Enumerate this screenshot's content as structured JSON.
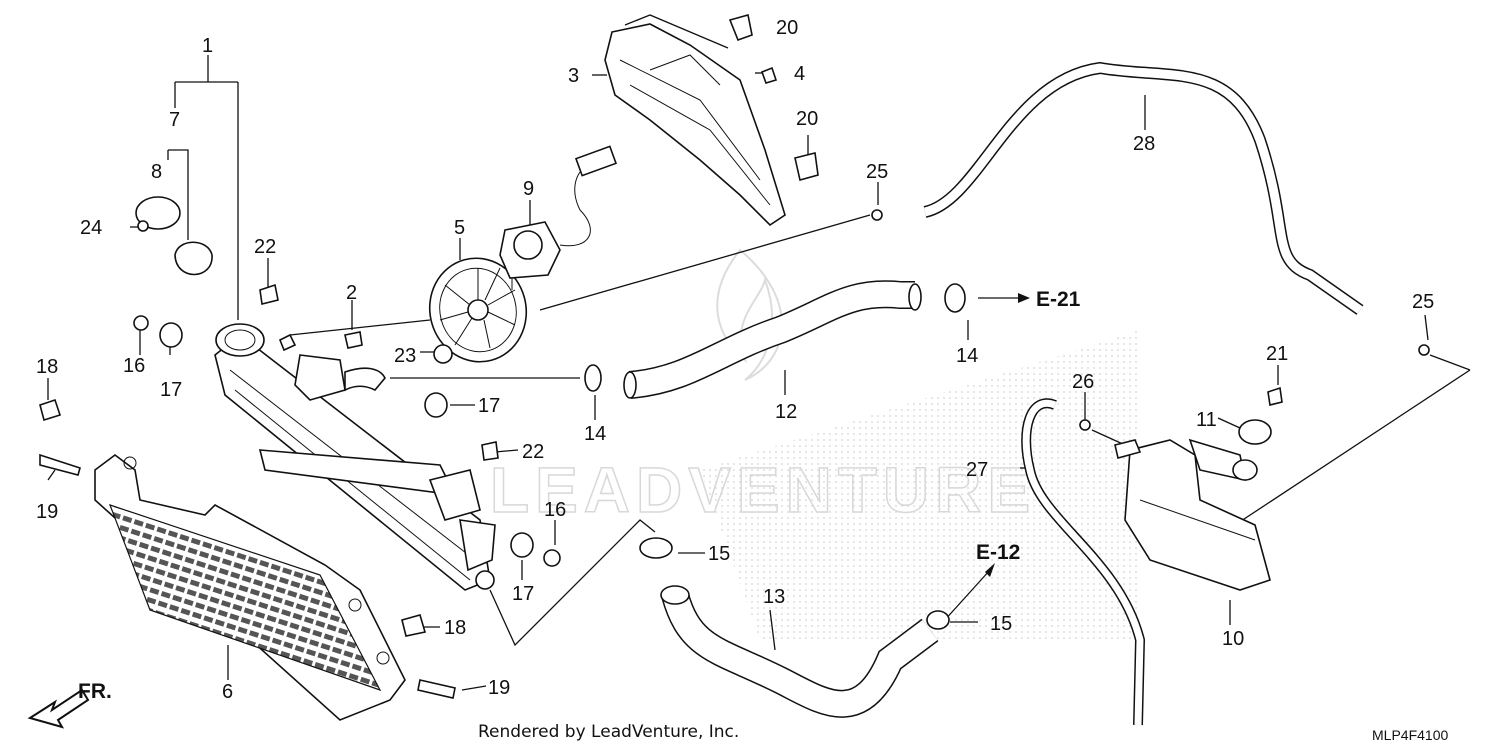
{
  "callouts": [
    {
      "id": "c1",
      "text": "1"
    },
    {
      "id": "c2",
      "text": "2"
    },
    {
      "id": "c3",
      "text": "3"
    },
    {
      "id": "c4",
      "text": "4"
    },
    {
      "id": "c5",
      "text": "5"
    },
    {
      "id": "c6",
      "text": "6"
    },
    {
      "id": "c7",
      "text": "7"
    },
    {
      "id": "c8",
      "text": "8"
    },
    {
      "id": "c9",
      "text": "9"
    },
    {
      "id": "c10",
      "text": "10"
    },
    {
      "id": "c11",
      "text": "11"
    },
    {
      "id": "c12",
      "text": "12"
    },
    {
      "id": "c13",
      "text": "13"
    },
    {
      "id": "c14a",
      "text": "14"
    },
    {
      "id": "c14b",
      "text": "14"
    },
    {
      "id": "c15a",
      "text": "15"
    },
    {
      "id": "c15b",
      "text": "15"
    },
    {
      "id": "c16a",
      "text": "16"
    },
    {
      "id": "c16b",
      "text": "16"
    },
    {
      "id": "c17a",
      "text": "17"
    },
    {
      "id": "c17b",
      "text": "17"
    },
    {
      "id": "c17c",
      "text": "17"
    },
    {
      "id": "c18a",
      "text": "18"
    },
    {
      "id": "c18b",
      "text": "18"
    },
    {
      "id": "c19a",
      "text": "19"
    },
    {
      "id": "c19b",
      "text": "19"
    },
    {
      "id": "c20a",
      "text": "20"
    },
    {
      "id": "c20b",
      "text": "20"
    },
    {
      "id": "c21",
      "text": "21"
    },
    {
      "id": "c22a",
      "text": "22"
    },
    {
      "id": "c22b",
      "text": "22"
    },
    {
      "id": "c23",
      "text": "23"
    },
    {
      "id": "c24",
      "text": "24"
    },
    {
      "id": "c25a",
      "text": "25"
    },
    {
      "id": "c25b",
      "text": "25"
    },
    {
      "id": "c26",
      "text": "26"
    },
    {
      "id": "c27",
      "text": "27"
    },
    {
      "id": "c28",
      "text": "28"
    }
  ],
  "refs": {
    "e21": "E-21",
    "e12": "E-12"
  },
  "front_marker": "FR.",
  "watermark": "LEADVENTURE",
  "footer": {
    "rendered_by": "Rendered by LeadVenture, Inc.",
    "diagram_code": "MLP4F4100"
  }
}
